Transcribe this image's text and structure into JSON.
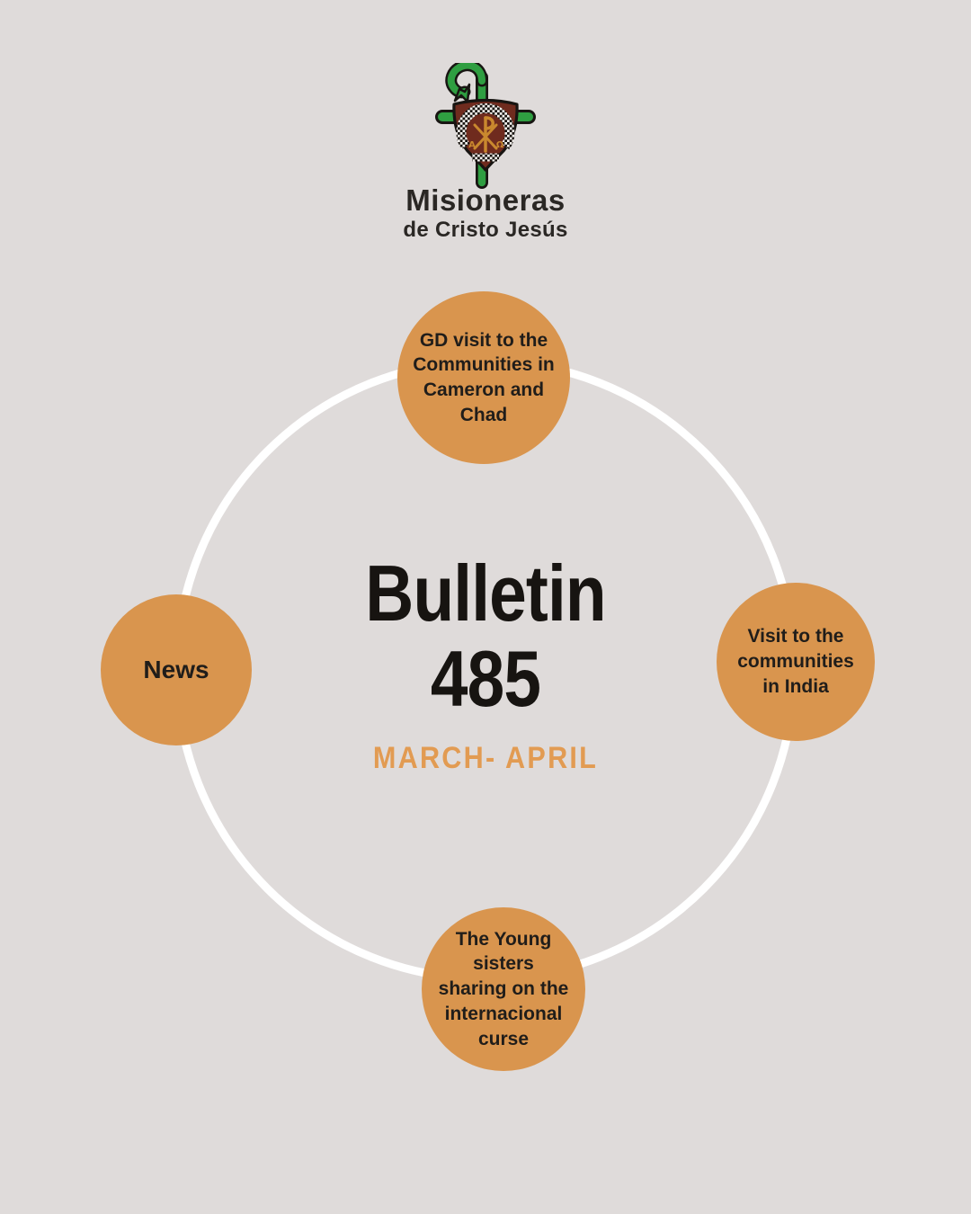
{
  "palette": {
    "background": "#dfdbda",
    "ring": "#ffffff",
    "bubble": "#d9954e",
    "text_dark": "#201d1a",
    "title_ink": "#171411",
    "accent_orange": "#e29b52",
    "logo_green": "#2f9e41",
    "logo_maroon": "#6f2b1e",
    "logo_gold": "#c9882e",
    "logo_outline": "#181512"
  },
  "logo": {
    "emblem_icon": "crozier-cross-shield-chi-rho-emblem",
    "title": "Misioneras",
    "subtitle": "de Cristo Jesús",
    "emblem_letters": {
      "alpha": "A",
      "omega": "Ω"
    }
  },
  "center": {
    "title_line1": "Bulletin",
    "title_line2": "485",
    "period": "MARCH- APRIL"
  },
  "topics": [
    {
      "position": "top",
      "label": "GD visit to the\nCommunities in\nCameron and\nChad"
    },
    {
      "position": "left",
      "label": "News"
    },
    {
      "position": "right",
      "label": "Visit to the\ncommunities\nin India"
    },
    {
      "position": "bottom",
      "label": "The Young\nsisters\nsharing on the\ninternacional\ncurse"
    }
  ]
}
